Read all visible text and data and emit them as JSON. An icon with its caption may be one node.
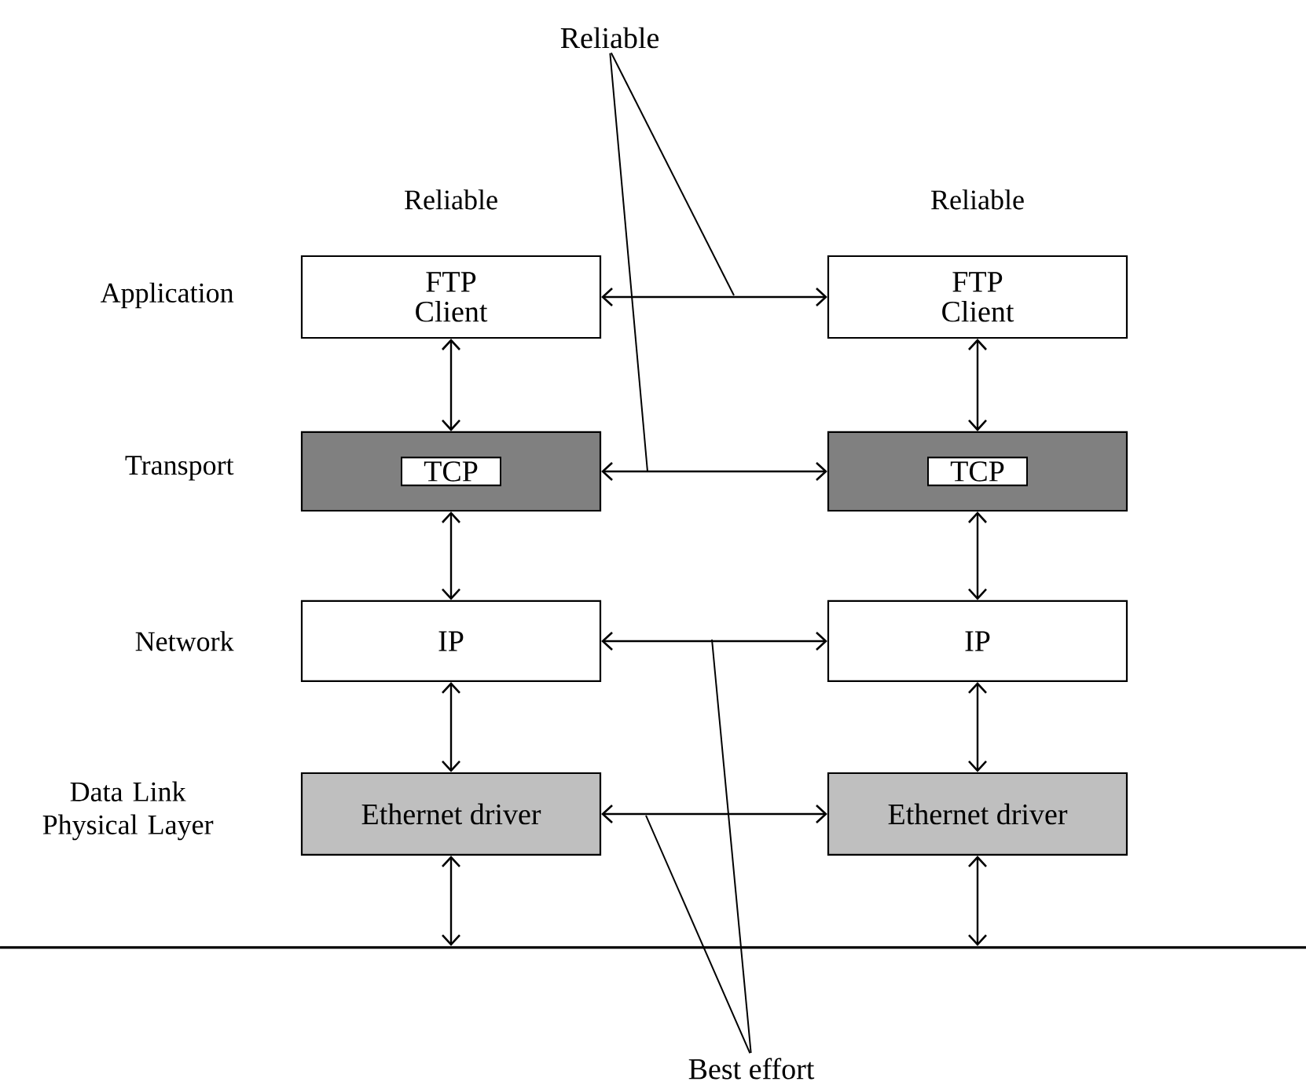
{
  "diagram": {
    "nodes": [
      {
        "text": [
          "FTP Client"
        ]
      },
      {
        "text": [
          "FTP Client"
        ]
      },
      {
        "text": [
          "TCP"
        ]
      },
      {
        "text": [
          "TCP"
        ]
      },
      {
        "text": [
          "IP"
        ]
      },
      {
        "text": [
          "IP"
        ]
      },
      {
        "text": [
          "Ethernet driver"
        ]
      },
      {
        "text": [
          "Ethernet driver"
        ]
      },
      {
        "text": [],
        "shape": "bar"
      },
      {
        "text": [
          "Reliable"
        ]
      },
      {
        "text": [
          "Best effort"
        ]
      }
    ],
    "edges": [
      {
        "from": 0,
        "to": 1,
        "arrow": "both"
      },
      {
        "from": 2,
        "to": 3,
        "arrow": "both"
      },
      {
        "from": 4,
        "to": 5,
        "arrow": "both"
      },
      {
        "from": 6,
        "to": 7,
        "arrow": "both"
      },
      {
        "from": 0,
        "to": 2,
        "arrow": "both"
      },
      {
        "from": 2,
        "to": 4,
        "arrow": "both"
      },
      {
        "from": 4,
        "to": 6,
        "arrow": "both"
      },
      {
        "from": 6,
        "to": 8,
        "arrow": "both"
      },
      {
        "from": 1,
        "to": 3,
        "arrow": "both"
      },
      {
        "from": 3,
        "to": 5,
        "arrow": "both"
      },
      {
        "from": 5,
        "to": 7,
        "arrow": "both"
      },
      {
        "from": 7,
        "to": 8,
        "arrow": "both"
      },
      {
        "from": 9,
        "to": null,
        "arrow": "none"
      },
      {
        "from": 9,
        "to": null,
        "arrow": "none"
      },
      {
        "from": 10,
        "to": null,
        "arrow": "none"
      },
      {
        "from": 10,
        "to": null,
        "arrow": "none"
      }
    ],
    "labels": [
      "Reliable",
      "Reliable",
      "Application",
      "Transport",
      "Network",
      "Data Link Physical Layer"
    ]
  }
}
